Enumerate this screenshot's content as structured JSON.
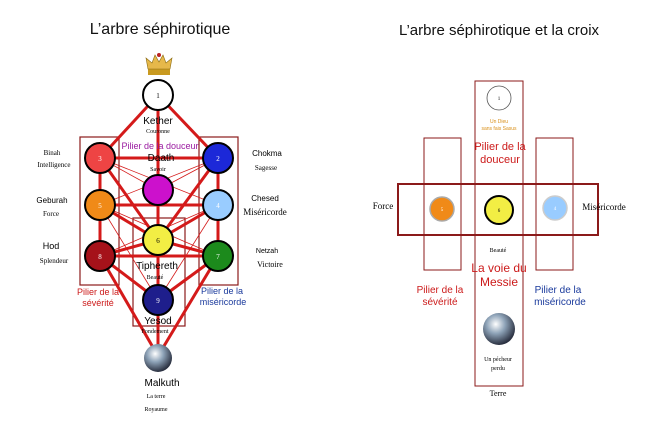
{
  "left": {
    "title": "L’arbre séphirotique",
    "crown_icon": "crown-icon",
    "earth_icon": "earth-globe-icon",
    "sephiroth": {
      "kether": {
        "num": "1",
        "name": "Kether",
        "sub": "Couronne",
        "color": "#ffffff"
      },
      "binah": {
        "num": "3",
        "name": "Binah",
        "sub": "Intelligence",
        "color": "#ee4444"
      },
      "chokma": {
        "num": "2",
        "name": "Chokma",
        "sub": "Sagesse",
        "color": "#1c28d8"
      },
      "daath": {
        "num": "",
        "name": "Daath",
        "sub": "Savoir",
        "color": "#cc11cc"
      },
      "geburah": {
        "num": "5",
        "name": "Geburah",
        "sub": "Force",
        "color": "#f08a18"
      },
      "chesed": {
        "num": "4",
        "name": "Chesed",
        "sub": "Miséricorde",
        "color": "#99ccff"
      },
      "tiphereth": {
        "num": "6",
        "name": "Tiphereth",
        "sub": "Beauté",
        "color": "#f2ee44"
      },
      "hod": {
        "num": "8",
        "name": "Hod",
        "sub": "Splendeur",
        "color": "#a5121a"
      },
      "netzah": {
        "num": "7",
        "name": "Netzah",
        "sub": "Victoire",
        "color": "#1c8a1c"
      },
      "yesod": {
        "num": "9",
        "name": "Yesod",
        "sub": "Fondement",
        "color": "#1e1e8c"
      },
      "malkuth": {
        "num": "",
        "name": "Malkuth",
        "sub1": "La terre",
        "sub2": "Royaume"
      }
    },
    "pillars": {
      "douceur": "Pilier de la douceur",
      "severite_line1": "Pilier de la",
      "severite_line2": "sévérité",
      "misericorde_line1": "Pilier de la",
      "misericorde_line2": "miséricorde"
    }
  },
  "right": {
    "title": "L’arbre séphirotique et la croix",
    "kether_num": "1",
    "kether_caption1": "Un Dieu",
    "kether_caption2": "sans fais Sasus",
    "douceur_line1": "Pilier de la",
    "douceur_line2": "douceur",
    "force_label": "Force",
    "misericorde_label": "Miséricorde",
    "geburah_num": "5",
    "tiphereth_num": "6",
    "chesed_num": "4",
    "beaute_label": "Beauté",
    "messie_line1": "La voie du",
    "messie_line2": "Messie",
    "severite_line1": "Pilier de la",
    "severite_line2": "sévérité",
    "misericorde_line1": "Pilier de la",
    "misericorde_line2": "miséricorde",
    "earth_caption1": "Un pécheur",
    "earth_caption2": "perdu",
    "terre_label": "Terre",
    "colors": {
      "accent": "#8b1a1a",
      "gold": "#d9901a",
      "pillar_blue": "#1a3a9c",
      "pillar_red": "#cc1a1a"
    }
  }
}
